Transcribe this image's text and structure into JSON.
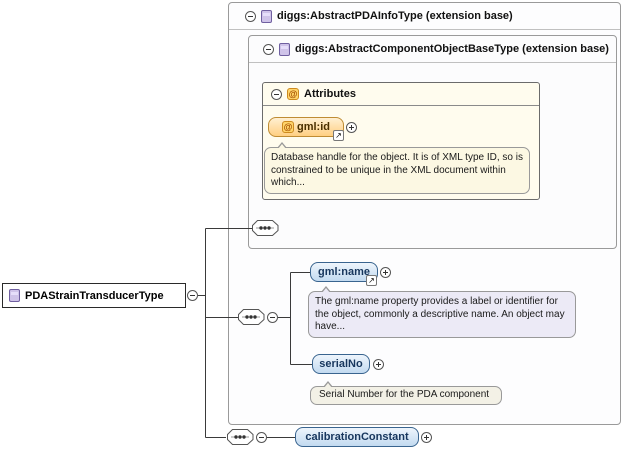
{
  "root": {
    "label": "PDAStrainTransducerType"
  },
  "boxes": {
    "outer": {
      "title": "diggs:AbstractPDAInfoType (extension base)"
    },
    "inner": {
      "title": "diggs:AbstractComponentObjectBaseType (extension base)"
    },
    "attributes": {
      "title": "Attributes"
    }
  },
  "attributes": [
    {
      "label": "gml:id",
      "doc": "Database handle for the object. It is of XML type ID, so is constrained to be unique in the XML document within which..."
    }
  ],
  "elements": [
    {
      "label": "gml:name",
      "doc": "The gml:name property provides a label or identifier for the object, commonly a descriptive name. An object may have..."
    },
    {
      "label": "serialNo",
      "doc": "Serial Number for the PDA component"
    },
    {
      "label": "calibrationConstant"
    }
  ],
  "icons": {
    "collapse_toggle": "minus-circle",
    "expand_toggle": "plus-circle",
    "attribute_marker": "at-sign",
    "reference_link": "arrow-up-right-box",
    "compositor": "sequence-octagon",
    "complex_type": "purple-rectangle"
  },
  "colors": {
    "element_badge_fill": "#c2daf0",
    "element_badge_border": "#39648f",
    "attribute_badge_fill": "#ffcf82",
    "attribute_badge_border": "#bf8c33",
    "attributes_box_fill": "#fffcee",
    "annotation_fill": "#fcf8e3",
    "box_border": "#9a9a9a",
    "type_icon_fill": "#cfc3e9"
  }
}
